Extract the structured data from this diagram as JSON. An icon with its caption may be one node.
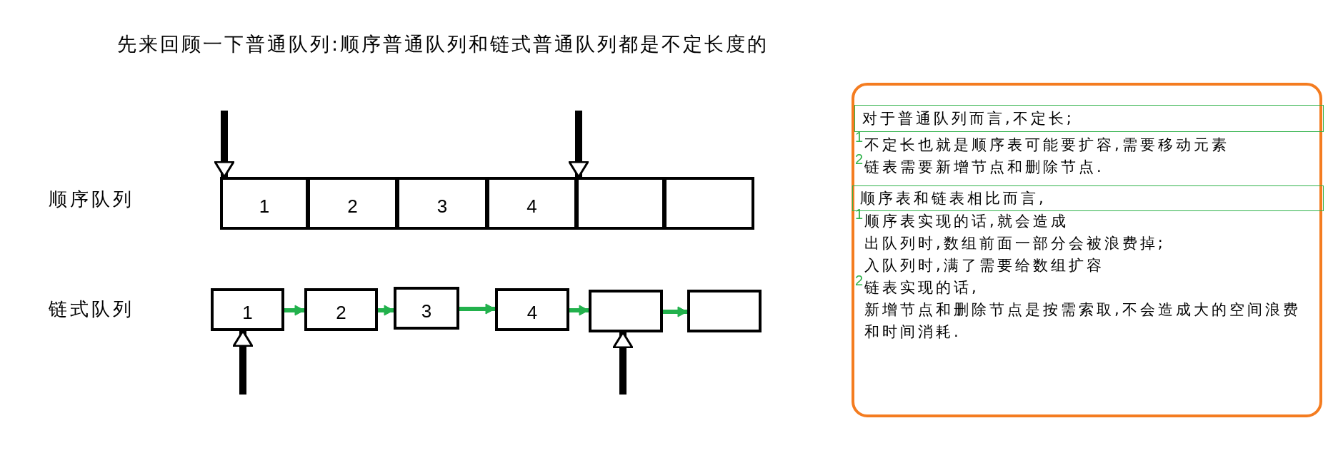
{
  "diagram": {
    "title": "先来回顾一下普通队列:顺序普通队列和链式普通队列都是不定长度的",
    "nodes": [
      {
        "text": [
          "1"
        ]
      },
      {
        "text": [
          "2"
        ]
      },
      {
        "text": [
          "3"
        ]
      },
      {
        "text": [
          "4"
        ]
      },
      {
        "text": [],
        "shape": "box"
      },
      {
        "text": [],
        "shape": "box"
      },
      {
        "text": [
          "1"
        ]
      },
      {
        "text": [
          "2"
        ]
      },
      {
        "text": [
          "3"
        ]
      },
      {
        "text": [
          "4"
        ]
      },
      {
        "text": [],
        "shape": "box"
      },
      {
        "text": [],
        "shape": "box"
      },
      {
        "text": [
          "不定长也就是顺序表可能要扩容,需要移动元素",
          "链表需要新增节点和删除节点.",
          "顺序表实现的话,就会造成",
          "出队列时,数组前面一部分会被浪费掉;",
          "入队列时,满了需要给数组扩容",
          "链表实现的话,",
          "新增节点和删除节点是按需索取,不会造成大的空间浪费和时间消耗."
        ]
      },
      {
        "text": [
          "对于普通队列而言,不定长;"
        ],
        "in": 12
      },
      {
        "text": [
          "顺序表和链表相比而言,"
        ],
        "in": 12
      }
    ],
    "edges": [
      {
        "from": null,
        "to": 0,
        "arrow": "to",
        "color": "#000000"
      },
      {
        "from": null,
        "to": 4,
        "arrow": "to",
        "color": "#000000"
      },
      {
        "from": 6,
        "to": 7,
        "arrow": "to"
      },
      {
        "from": 7,
        "to": 8,
        "arrow": "to"
      },
      {
        "from": 8,
        "to": 9,
        "arrow": "to"
      },
      {
        "from": 9,
        "to": 10,
        "arrow": "to"
      },
      {
        "from": 10,
        "to": 11,
        "arrow": "to"
      },
      {
        "from": null,
        "to": 6,
        "arrow": "to",
        "color": "#000000"
      },
      {
        "from": null,
        "to": 10,
        "arrow": "to",
        "color": "#000000"
      }
    ],
    "labels": [
      "顺序队列",
      "链式队列",
      "1",
      "2",
      "1",
      "2"
    ]
  }
}
